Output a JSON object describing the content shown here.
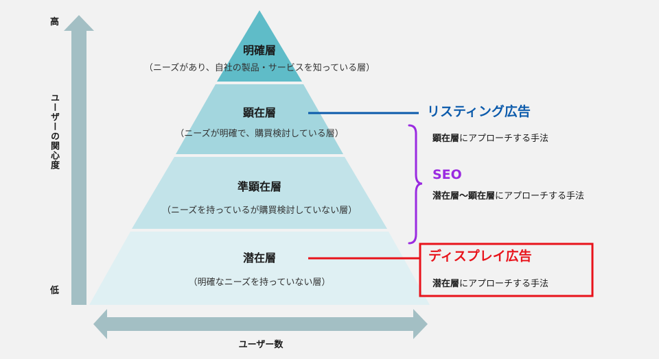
{
  "axis": {
    "vertical_label": "ユーザーの関心度",
    "top_label": "高",
    "bottom_label": "低",
    "horizontal_label": "ユーザー数"
  },
  "layers": [
    {
      "title": "明確層",
      "desc": "（ニーズがあり、自社の製品・サービスを知っている層）"
    },
    {
      "title": "顕在層",
      "desc": "（ニーズが明確で、購買検討している層）"
    },
    {
      "title": "準顕在層",
      "desc": "（ニーズを持っているが購買検討していない層）"
    },
    {
      "title": "潜在層",
      "desc": "（明確なニーズを持っていない層）"
    }
  ],
  "ads": {
    "listing": {
      "title": "リスティング広告",
      "desc_bold": "顕在層",
      "desc_rest": "にアプローチする手法"
    },
    "seo": {
      "title": "SEO",
      "desc_bold": "潜在層〜顕在層",
      "desc_rest": "にアプローチする手法"
    },
    "display": {
      "title": "ディスプレイ広告",
      "desc_bold": "潜在層",
      "desc_rest": "にアプローチする手法"
    }
  },
  "colors": {
    "layer1": "#5fbcc8",
    "layer2": "#a3d6de",
    "layer3": "#c2e3e9",
    "layer4": "#dff0f3",
    "axis_arrow": "#a3bfc4",
    "listing": "#0b5aab",
    "seo": "#9a2be0",
    "display": "#e8131b"
  }
}
